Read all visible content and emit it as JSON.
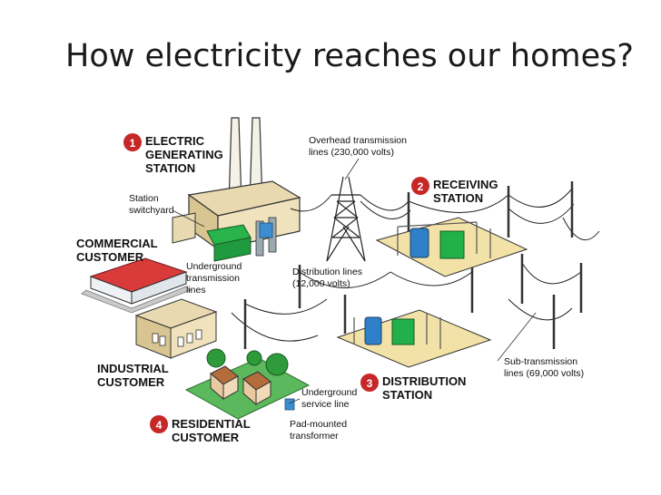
{
  "title": "How electricity reaches our homes?",
  "steps": [
    {
      "number": "1",
      "label_lines": [
        "ELECTRIC",
        "GENERATING",
        "STATION"
      ]
    },
    {
      "number": "2",
      "label_lines": [
        "RECEIVING",
        "STATION"
      ]
    },
    {
      "number": "3",
      "label_lines": [
        "DISTRIBUTION",
        "STATION"
      ]
    },
    {
      "number": "4",
      "label_lines": [
        "RESIDENTIAL",
        "CUSTOMER"
      ]
    }
  ],
  "customers": {
    "commercial": [
      "COMMERCIAL",
      "CUSTOMER"
    ],
    "industrial": [
      "INDUSTRIAL",
      "CUSTOMER"
    ]
  },
  "annotations": {
    "switchyard": [
      "Station",
      "switchyard"
    ],
    "overhead": [
      "Overhead transmission",
      "lines (230,000 volts)"
    ],
    "underground_transmission": [
      "Underground",
      "transmission",
      "lines"
    ],
    "distribution_lines": [
      "Distribution lines",
      "(12,000 volts)"
    ],
    "sub_transmission": [
      "Sub-transmission",
      "lines (69,000 volts)"
    ],
    "underground_service": [
      "Underground",
      "service line"
    ],
    "pad_mounted": [
      "Pad-mounted",
      "transformer"
    ]
  },
  "colors": {
    "step_badge": "#c62828",
    "ground": "#f2e2a8",
    "transformer_green": "#22b04a",
    "transformer_blue": "#2f7fc9",
    "roof_red": "#d93b3b",
    "lawn": "#5cb85c"
  }
}
